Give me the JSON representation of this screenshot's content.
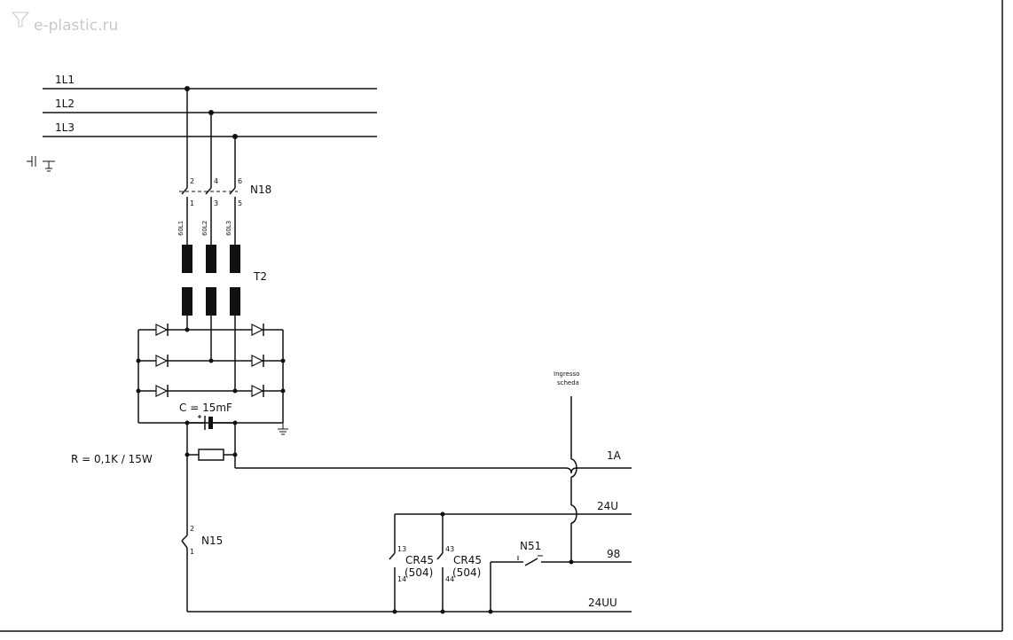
{
  "watermark": "e-plastic.ru",
  "phases": [
    "1L1",
    "1L2",
    "1L3"
  ],
  "breaker": {
    "label": "N18",
    "top_terminals": [
      "2",
      "4",
      "6"
    ],
    "bottom_terminals": [
      "1",
      "3",
      "5"
    ],
    "wires": [
      "60L1",
      "60L2",
      "60L3"
    ]
  },
  "transformer": "T2",
  "capacitor": "C = 15mF",
  "resistor": "R = 0,1K / 15W",
  "switch_n15": {
    "label": "N15",
    "terminals": [
      "2",
      "1"
    ]
  },
  "input_label": [
    "Ingresso",
    "scheda"
  ],
  "lines": [
    "1A",
    "24U",
    "98",
    "24UU"
  ],
  "contact_1": {
    "label": [
      "CR45",
      "(504)"
    ],
    "terminals": [
      "13",
      "14"
    ]
  },
  "contact_2": {
    "label": [
      "CR45",
      "(504)"
    ],
    "terminals": [
      "43",
      "44"
    ]
  },
  "switch_n51": {
    "label": "N51"
  }
}
